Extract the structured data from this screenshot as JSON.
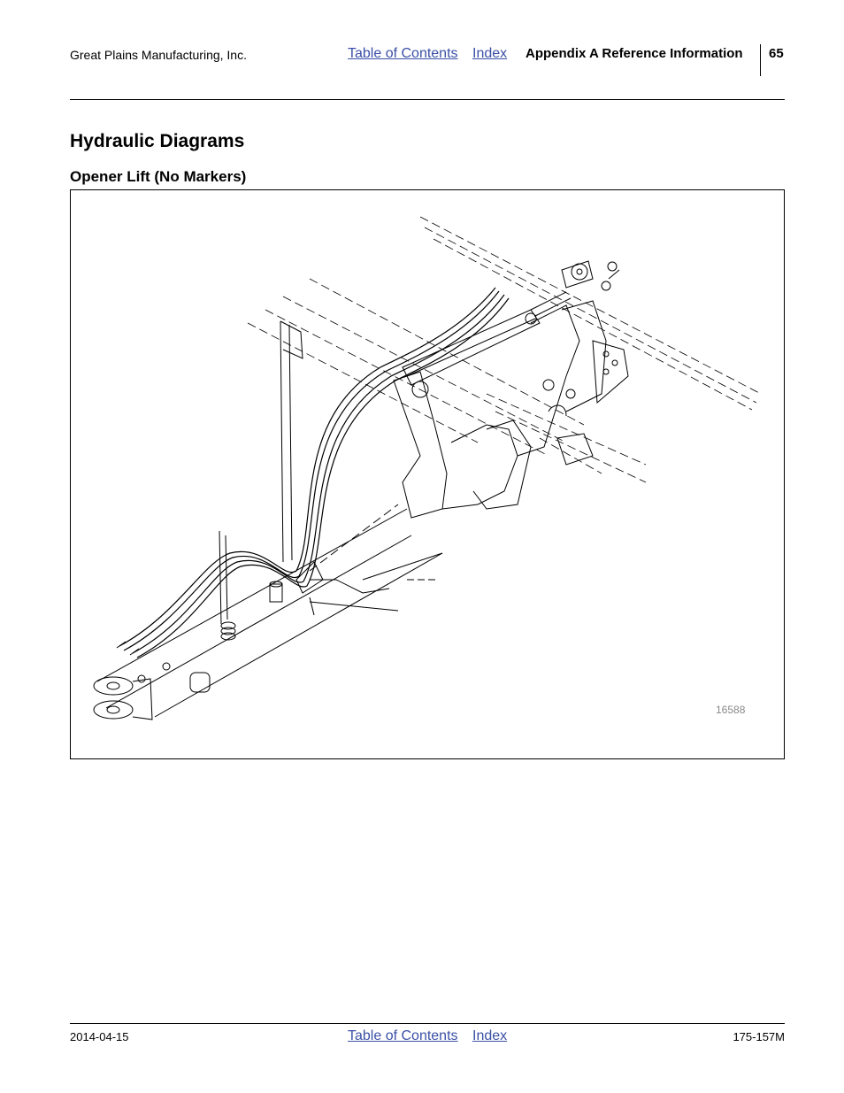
{
  "header": {
    "company": "Great Plains Manufacturing, Inc.",
    "toc_link": "Table of Contents",
    "index_link": "Index",
    "section": "Appendix A Reference Information",
    "page_number": "65"
  },
  "content": {
    "title": "Hydraulic Diagrams",
    "subtitle": "Opener Lift (No Markers)",
    "figure": {
      "id_label": "16588",
      "description": "hydraulic-opener-lift-illustration"
    }
  },
  "footer": {
    "date": "2014-04-15",
    "toc_link": "Table of Contents",
    "index_link": "Index",
    "doc_number": "175-157M"
  },
  "colors": {
    "link": "#3b50a6",
    "text": "#000000",
    "figure_number": "#888888"
  }
}
